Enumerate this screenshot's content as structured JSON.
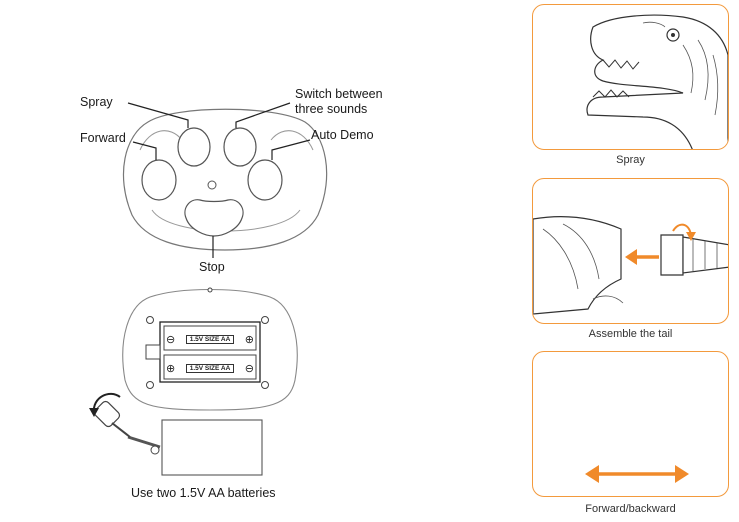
{
  "remote": {
    "labels": {
      "spray": "Spray",
      "switch_line1": "Switch between",
      "switch_line2": "three sounds",
      "forward": "Forward",
      "auto_demo": "Auto Demo",
      "stop": "Stop"
    }
  },
  "battery": {
    "cell_label": "1.5V SIZE AA",
    "plus": "⊕",
    "minus": "⊖",
    "caption": "Use two 1.5V AA batteries"
  },
  "panels": [
    {
      "caption": "Spray"
    },
    {
      "caption": "Assemble the tail"
    },
    {
      "caption": "Forward/backward"
    }
  ],
  "colors": {
    "accent": "#f39a3d",
    "arrow": "#f08a2a",
    "line": "#333333"
  }
}
